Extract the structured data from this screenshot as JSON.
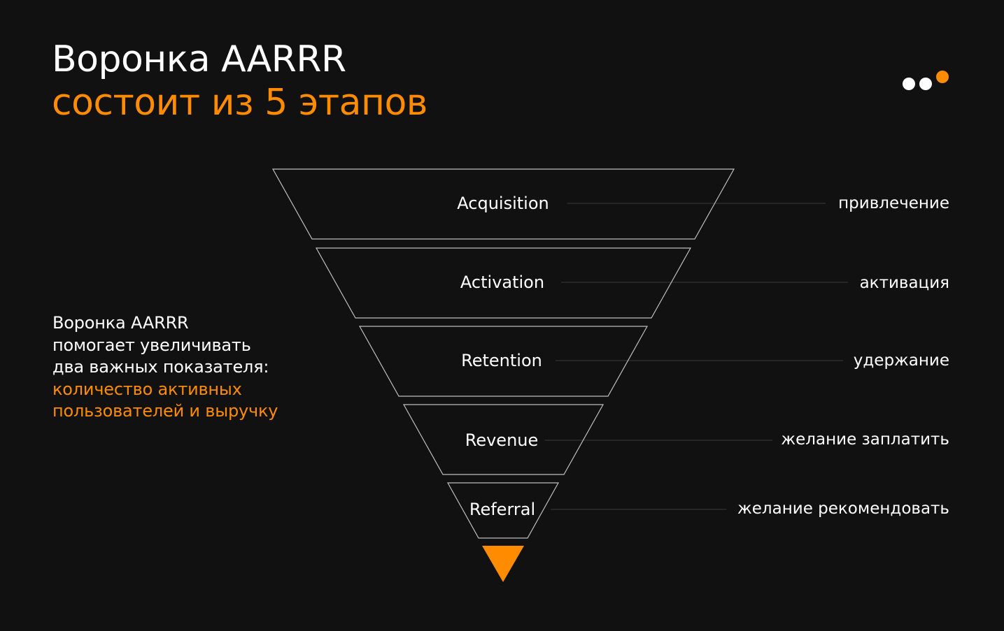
{
  "header": {
    "title_line1": "Воронка AARRR",
    "title_line2": "состоит из 5 этапов"
  },
  "logo": {
    "dots": [
      "#ffffff",
      "#ffffff",
      "#ff8c00"
    ]
  },
  "description": {
    "line1": "Воронка AARRR",
    "line2": "помогает увеличивать",
    "line3": "два важных показателя:",
    "line4": "количество активных",
    "line5": "пользователей и выручку"
  },
  "funnel": {
    "stages": [
      {
        "name": "Acquisition",
        "translation": "привлечение"
      },
      {
        "name": "Activation",
        "translation": "активация"
      },
      {
        "name": "Retention",
        "translation": "удержание"
      },
      {
        "name": "Revenue",
        "translation": "желание заплатить"
      },
      {
        "name": "Referral",
        "translation": "желание рекомендовать"
      }
    ],
    "outline_color": "#bfbfbf",
    "connector_color": "#3a3a3a",
    "arrow_color": "#ff8c00"
  },
  "colors": {
    "background": "#111111",
    "accent": "#ff8c00",
    "text": "#ffffff"
  }
}
